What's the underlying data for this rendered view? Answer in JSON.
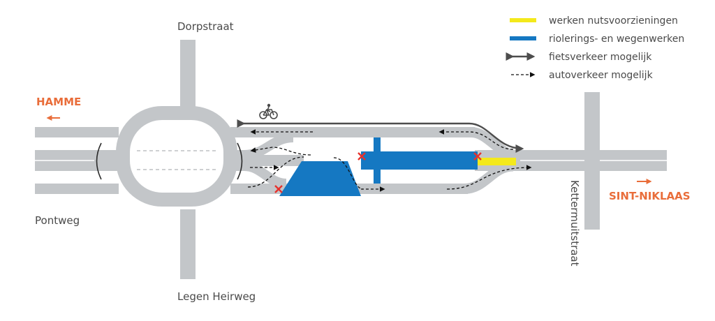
{
  "colors": {
    "road": "#c3c6c9",
    "background": "#ffffff",
    "utility_works": "#f4e91b",
    "sewer_road_works": "#1578c2",
    "closure": "#e6322d",
    "city_label": "#e96d3a",
    "arrow": "#4d4d4d",
    "text": "#4a4a4a"
  },
  "labels": {
    "north_street": "Dorpstraat",
    "west_street": "Pontweg",
    "south_street": "Legen Heirweg",
    "east_street": "Kettermuitstraat",
    "west_city": "HAMME",
    "east_city": "SINT-NIKLAAS"
  },
  "legend": [
    {
      "symbol": "yellow-bar",
      "label": "werken nutsvoorzieningen"
    },
    {
      "symbol": "blue-bar",
      "label": "riolerings- en wegenwerken"
    },
    {
      "symbol": "double-arrow",
      "label": "fietsverkeer mogelijk"
    },
    {
      "symbol": "dashed-arrow",
      "label": "autoverkeer mogelijk"
    }
  ],
  "icons": {
    "bicycle": "bicycle-icon",
    "closure": "closure-x-icon"
  }
}
